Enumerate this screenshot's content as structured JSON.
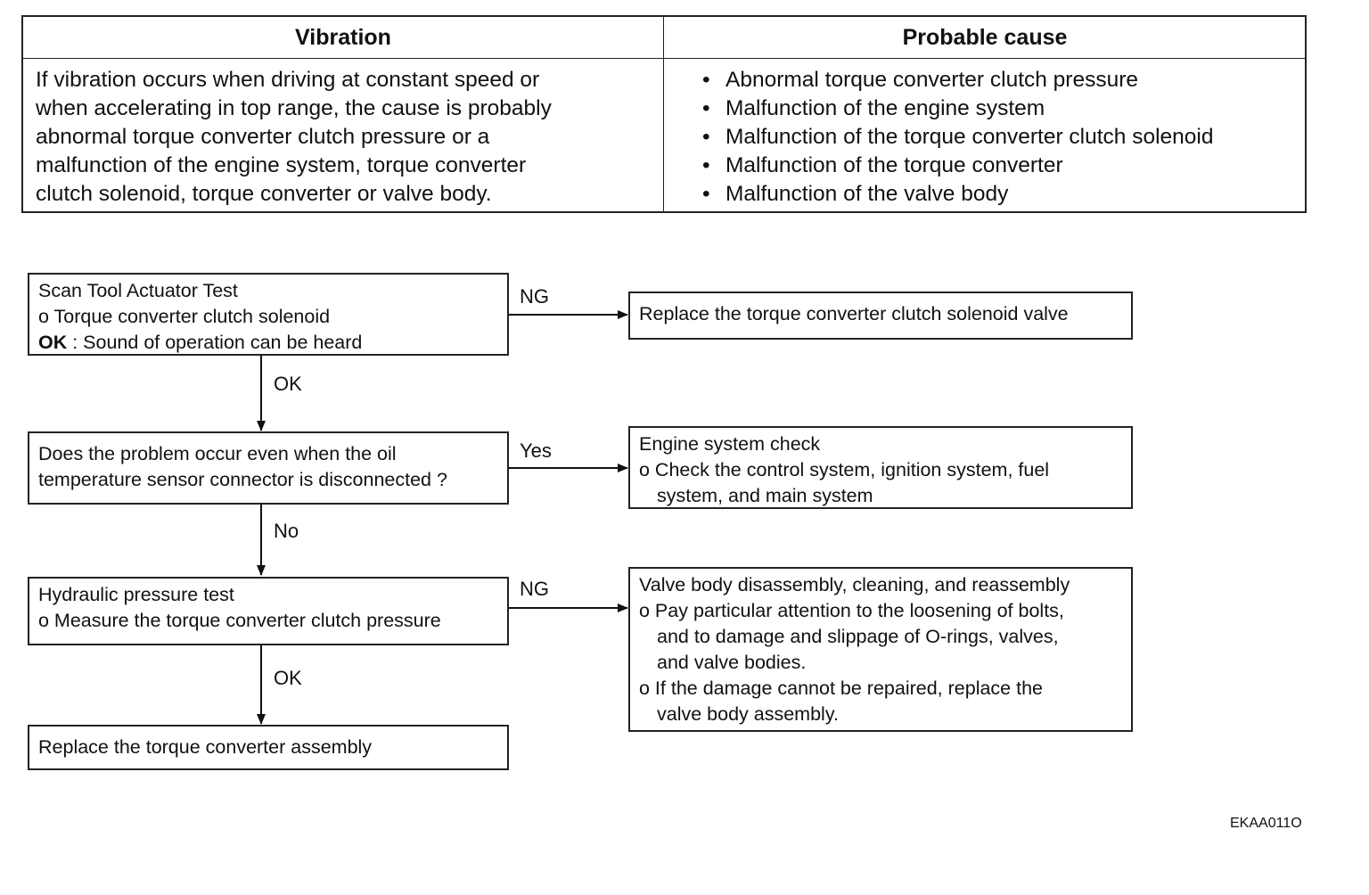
{
  "table": {
    "header_vibration": "Vibration",
    "header_cause": "Probable cause",
    "vibration_lines": [
      "If vibration occurs when driving at constant speed or",
      "when accelerating in top range, the cause is probably",
      "abnormal torque converter clutch pressure or a",
      "malfunction of the engine system, torque converter",
      "clutch solenoid, torque converter or valve body."
    ],
    "causes": [
      "Abnormal torque converter clutch pressure",
      "Malfunction of the engine system",
      "Malfunction of the torque converter clutch solenoid",
      "Malfunction of the torque converter",
      "Malfunction of the valve body"
    ]
  },
  "flow": {
    "step1": {
      "title": "Scan Tool Actuator Test",
      "item": "o Torque converter clutch solenoid",
      "ok_bold": "OK",
      "ok_text": " : Sound of operation can be heard"
    },
    "step1_ng_label": "NG",
    "step1_ng_result": "Replace the torque converter clutch solenoid valve",
    "step1_ok_label": "OK",
    "step2": {
      "line1": "Does the problem occur even when the oil",
      "line2": "temperature sensor connector is disconnected ?"
    },
    "step2_yes_label": "Yes",
    "step2_yes_result": {
      "title": "Engine system check",
      "line1": "o Check the control system, ignition system, fuel",
      "line2": "system, and main system"
    },
    "step2_no_label": "No",
    "step3": {
      "title": "Hydraulic pressure test",
      "item": "o Measure the torque converter clutch pressure"
    },
    "step3_ng_label": "NG",
    "step3_ng_result": {
      "title": "Valve body disassembly, cleaning, and reassembly",
      "line1": "o Pay particular attention to the loosening of bolts,",
      "line2": "and to damage and slippage of O-rings, valves,",
      "line3": "and valve bodies.",
      "line4": "o If the damage cannot be repaired, replace the",
      "line5": "valve body assembly."
    },
    "step3_ok_label": "OK",
    "step4": "Replace the torque converter assembly"
  },
  "figure_code": "EKAA011O"
}
